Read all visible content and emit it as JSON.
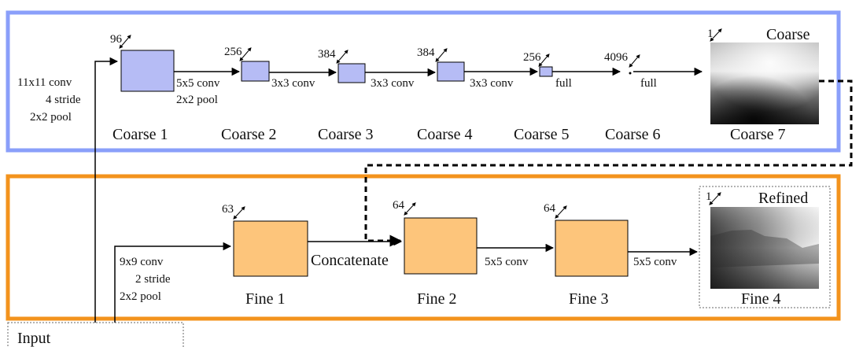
{
  "colors": {
    "coarse_border": "#8A9FFA",
    "fine_border": "#F3931D",
    "coarse_box": "#B6BCF5",
    "fine_box": "#FDC57B",
    "input_border": "#9A9A9A"
  },
  "coarse": {
    "input_op": [
      "11x11 conv",
      "4 stride",
      "2x2 pool"
    ],
    "layers": [
      {
        "name": "Coarse 1",
        "channels": "96"
      },
      {
        "name": "Coarse 2",
        "channels": "256"
      },
      {
        "name": "Coarse 3",
        "channels": "384"
      },
      {
        "name": "Coarse 4",
        "channels": "384"
      },
      {
        "name": "Coarse 5",
        "channels": "256"
      },
      {
        "name": "Coarse 6",
        "channels": "4096"
      },
      {
        "name": "Coarse 7",
        "channels": "1"
      }
    ],
    "ops": [
      [
        "5x5 conv",
        "2x2 pool"
      ],
      [
        "3x3 conv"
      ],
      [
        "3x3 conv"
      ],
      [
        "3x3 conv"
      ],
      [
        "full"
      ],
      [
        "full"
      ]
    ],
    "output_title": "Coarse"
  },
  "fine": {
    "input_op": [
      "9x9 conv",
      "2 stride",
      "2x2 pool"
    ],
    "layers": [
      {
        "name": "Fine 1",
        "channels": "63"
      },
      {
        "name": "Fine 2",
        "channels": "64"
      },
      {
        "name": "Fine 3",
        "channels": "64"
      },
      {
        "name": "Fine 4",
        "channels": "1"
      }
    ],
    "ops": [
      "Concatenate",
      "5x5 conv",
      "5x5 conv"
    ],
    "output_title": "Refined"
  },
  "input_label": "Input"
}
